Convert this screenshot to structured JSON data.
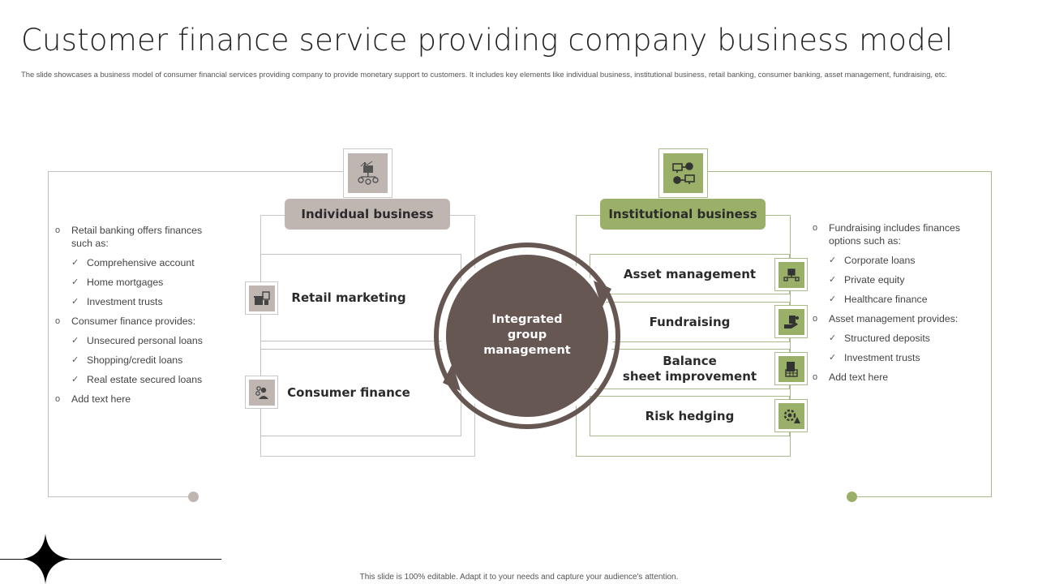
{
  "slide": {
    "title": "Customer finance service providing company business model",
    "subtitle": "The slide showcases a business model of consumer financial services providing company to provide monetary support to customers. It includes key elements like individual business, institutional business, retail banking, consumer banking, asset management, fundraising, etc.",
    "footer": "This slide is 100% editable. Adapt it to your needs and capture your audience's attention."
  },
  "colors": {
    "grey_accent": "#bfb5b1",
    "green_accent": "#9ab068",
    "center_circle": "#665753",
    "text_dark": "#2b2b2b"
  },
  "center": {
    "label": "Integrated group management",
    "lines": [
      "Integrated",
      "group",
      "management"
    ]
  },
  "left_section": {
    "header": "Individual business",
    "header_icon": "business-network-icon",
    "cards": [
      {
        "label": "Retail marketing",
        "icon": "retail-store-icon"
      },
      {
        "label": "Consumer finance",
        "icon": "consumers-icon"
      }
    ],
    "list": [
      {
        "level": 1,
        "text": "Retail banking offers finances such as:"
      },
      {
        "level": 2,
        "text": "Comprehensive account"
      },
      {
        "level": 2,
        "text": "Home mortgages"
      },
      {
        "level": 2,
        "text": "Investment trusts"
      },
      {
        "level": 1,
        "text": "Consumer finance provides:"
      },
      {
        "level": 2,
        "text": "Unsecured personal loans"
      },
      {
        "level": 2,
        "text": "Shopping/credit loans"
      },
      {
        "level": 2,
        "text": "Real estate secured loans"
      },
      {
        "level": 1,
        "text": "Add text here"
      }
    ]
  },
  "right_section": {
    "header": "Institutional business",
    "header_icon": "money-transfer-network-icon",
    "cards": [
      {
        "label": "Asset management",
        "lines": [
          "Asset management"
        ],
        "icon": "asset-network-icon"
      },
      {
        "label": "Fundraising",
        "lines": [
          "Fundraising"
        ],
        "icon": "hand-money-icon"
      },
      {
        "label": "Balance sheet improvement",
        "lines": [
          "Balance",
          "sheet improvement"
        ],
        "icon": "balance-sheet-icon"
      },
      {
        "label": "Risk hedging",
        "lines": [
          "Risk hedging"
        ],
        "icon": "gear-warning-icon"
      }
    ],
    "list": [
      {
        "level": 1,
        "text": "Fundraising includes finances options such as:"
      },
      {
        "level": 2,
        "text": "Corporate loans"
      },
      {
        "level": 2,
        "text": "Private equity"
      },
      {
        "level": 2,
        "text": "Healthcare finance"
      },
      {
        "level": 1,
        "text": "Asset management provides:"
      },
      {
        "level": 2,
        "text": "Structured deposits"
      },
      {
        "level": 2,
        "text": "Investment trusts"
      },
      {
        "level": 1,
        "text": "Add text here"
      }
    ]
  },
  "bullets": {
    "level1": "o",
    "level2": "✓"
  }
}
